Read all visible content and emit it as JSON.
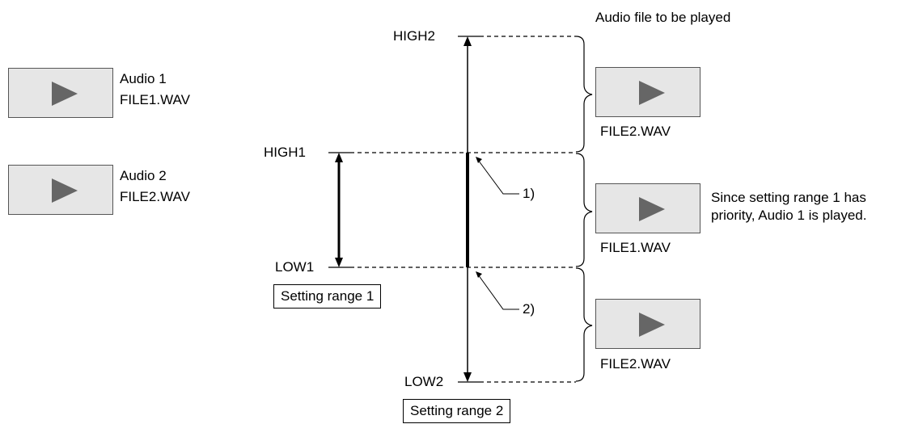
{
  "header": {
    "title": "Audio file to be played"
  },
  "audio_list": [
    {
      "label": "Audio 1",
      "file": "FILE1.WAV"
    },
    {
      "label": "Audio 2",
      "file": "FILE2.WAV"
    }
  ],
  "levels": {
    "high2": "HIGH2",
    "high1": "HIGH1",
    "low1": "LOW1",
    "low2": "LOW2"
  },
  "ranges": {
    "range1": "Setting range 1",
    "range2": "Setting range 2"
  },
  "markers": {
    "m1": "1)",
    "m2": "2)"
  },
  "played": [
    {
      "file": "FILE2.WAV"
    },
    {
      "file": "FILE1.WAV",
      "note_line1": "Since setting range 1 has",
      "note_line2": "priority, Audio 1 is played."
    },
    {
      "file": "FILE2.WAV"
    }
  ],
  "colors": {
    "button_fill": "#e6e6e6",
    "triangle": "#666666",
    "line": "#000000"
  },
  "icons": {
    "play": "play-icon"
  }
}
